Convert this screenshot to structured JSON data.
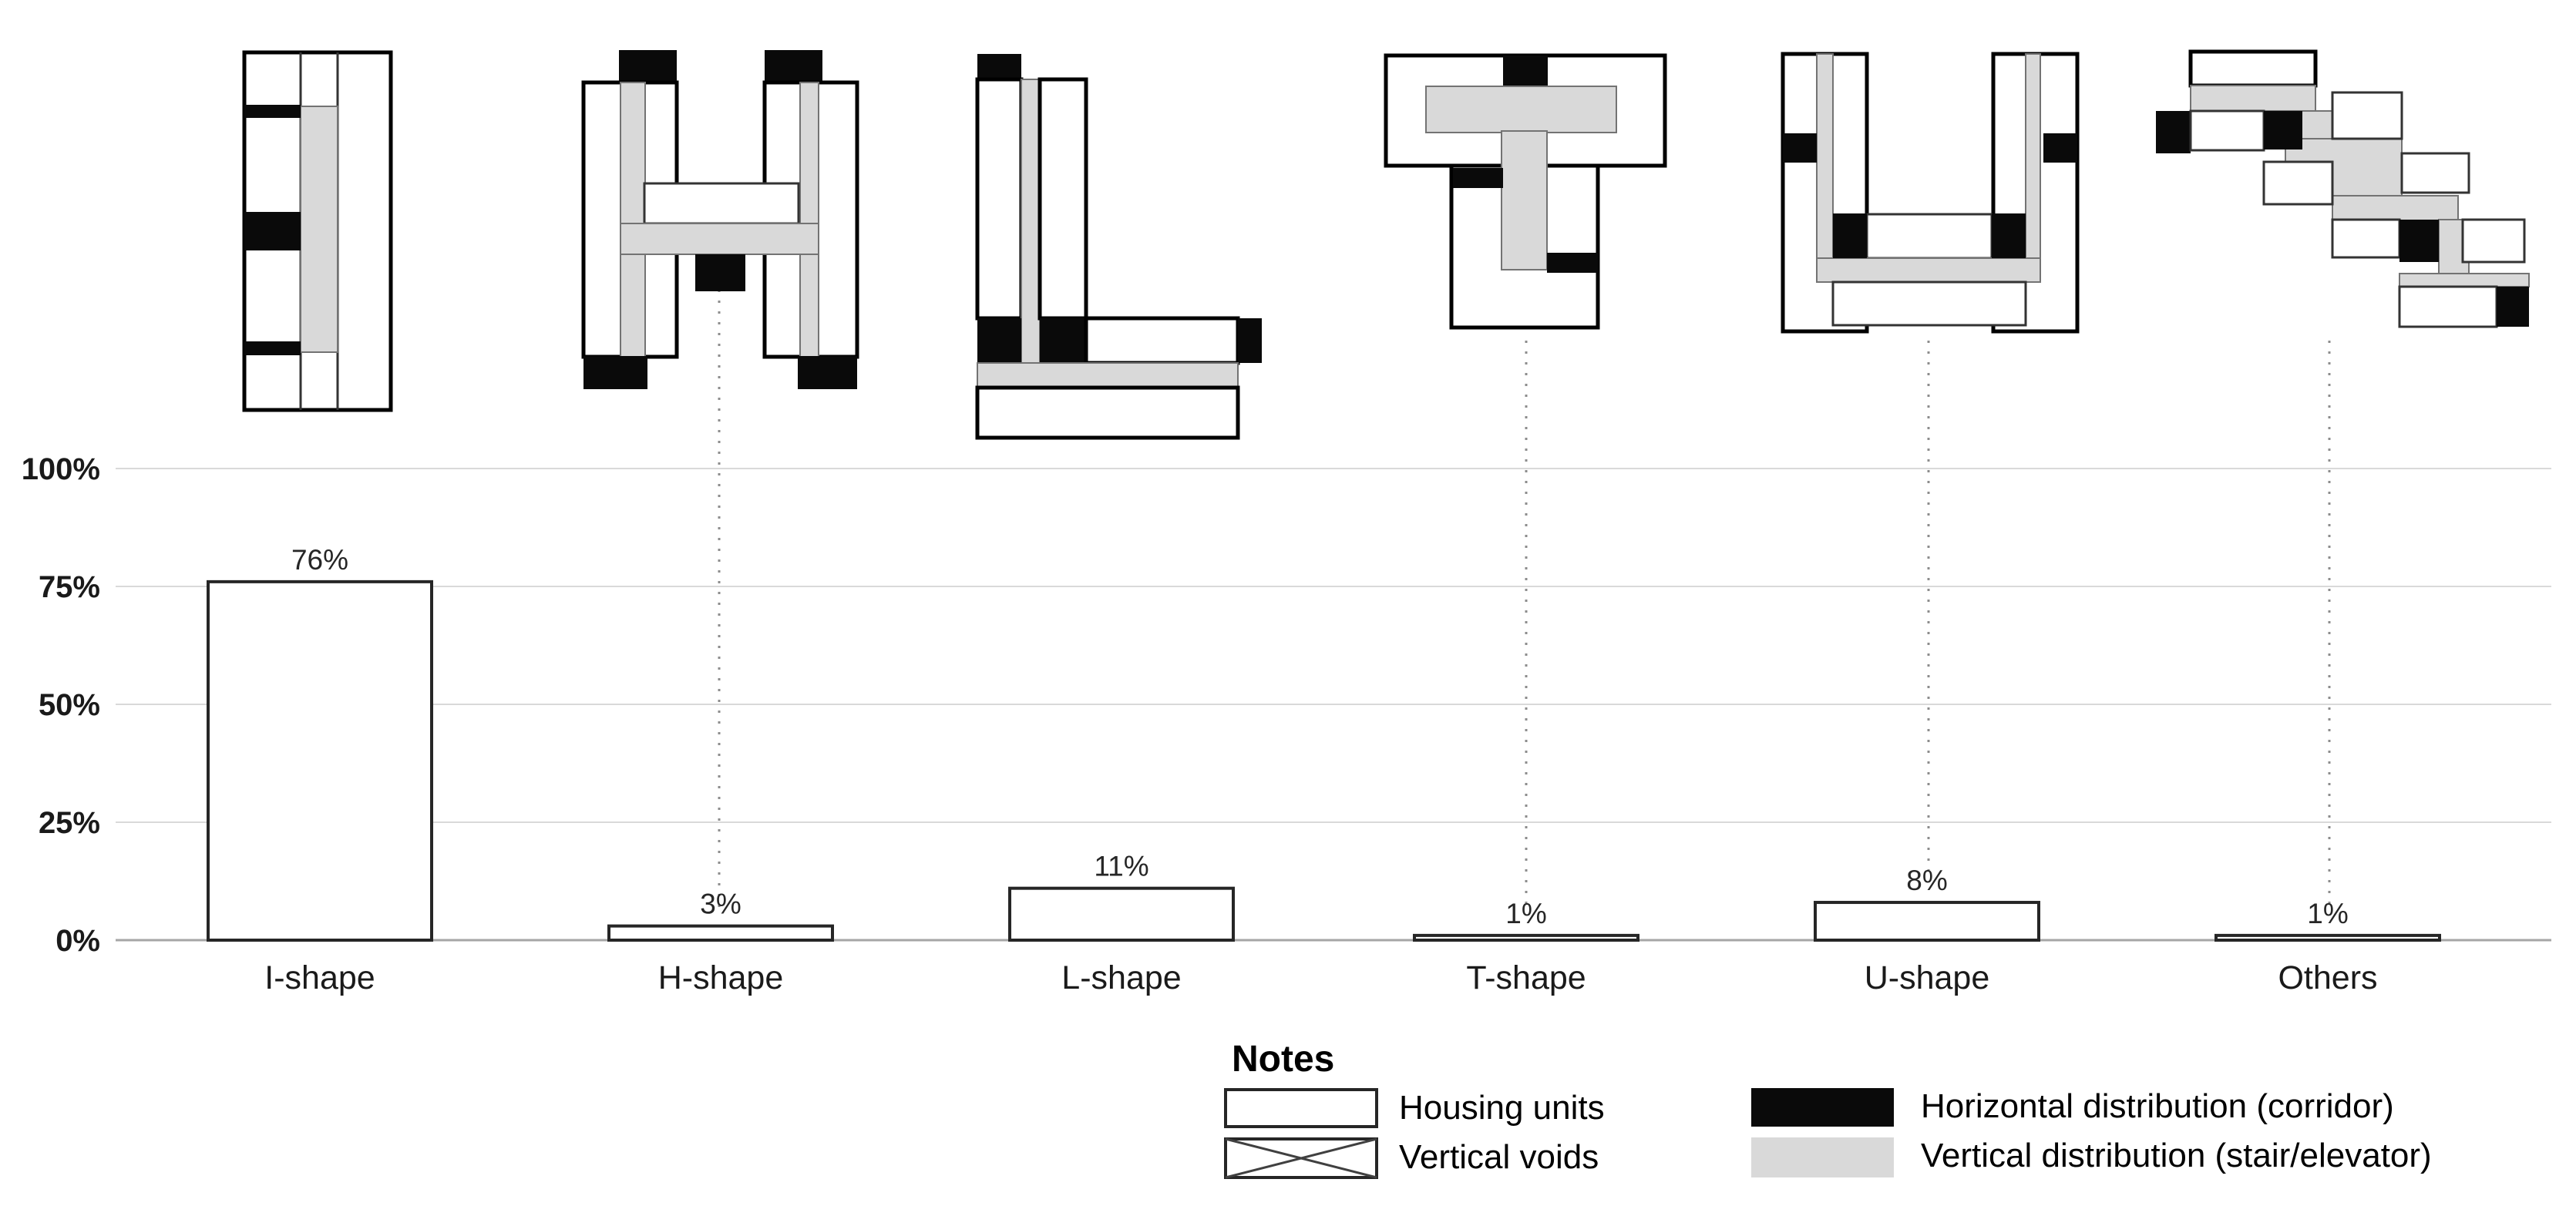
{
  "chart_data": {
    "type": "bar",
    "title": "",
    "categories": [
      "I-shape",
      "H-shape",
      "L-shape",
      "T-shape",
      "U-shape",
      "Others"
    ],
    "values": [
      76,
      3,
      11,
      1,
      8,
      1
    ],
    "value_labels": [
      "76%",
      "3%",
      "11%",
      "1%",
      "8%",
      "1%"
    ],
    "xlabel": "",
    "ylabel": "",
    "y_ticks": [
      "100%",
      "75%",
      "50%",
      "25%",
      "0%"
    ],
    "y_tick_values": [
      100,
      75,
      50,
      25,
      0
    ],
    "ylim": [
      0,
      100
    ],
    "grid": true,
    "legend_position": "bottom",
    "bar_fill": "#ffffff",
    "bar_border": "#262626",
    "annotations": "each category has a building floor-plan diagram above its bar; H, T, U and Others diagrams connect to their bars with dotted leader lines"
  },
  "shapes": [
    {
      "id": "i-shape",
      "icon": "i-plan-diagram"
    },
    {
      "id": "h-shape",
      "icon": "h-plan-diagram"
    },
    {
      "id": "l-shape",
      "icon": "l-plan-diagram"
    },
    {
      "id": "t-shape",
      "icon": "t-plan-diagram"
    },
    {
      "id": "u-shape",
      "icon": "u-plan-diagram"
    },
    {
      "id": "others",
      "icon": "stepped-plan-diagram"
    }
  ],
  "legend": {
    "title": "Notes",
    "items": [
      {
        "label": "Housing units",
        "swatch": "white-outline"
      },
      {
        "label": "Vertical voids",
        "swatch": "crossed-box"
      },
      {
        "label": "Horizontal distribution (corridor)",
        "swatch": "black"
      },
      {
        "label": "Vertical distribution (stair/elevator)",
        "swatch": "gray"
      }
    ]
  },
  "colors": {
    "housing_unit": "#ffffff",
    "corridor": "#0a0a0a",
    "stair_elevator": "#d9d9d9",
    "gridline": "#d9d9d9",
    "axis": "#a6a6a6",
    "text": "#1a1a1a"
  }
}
